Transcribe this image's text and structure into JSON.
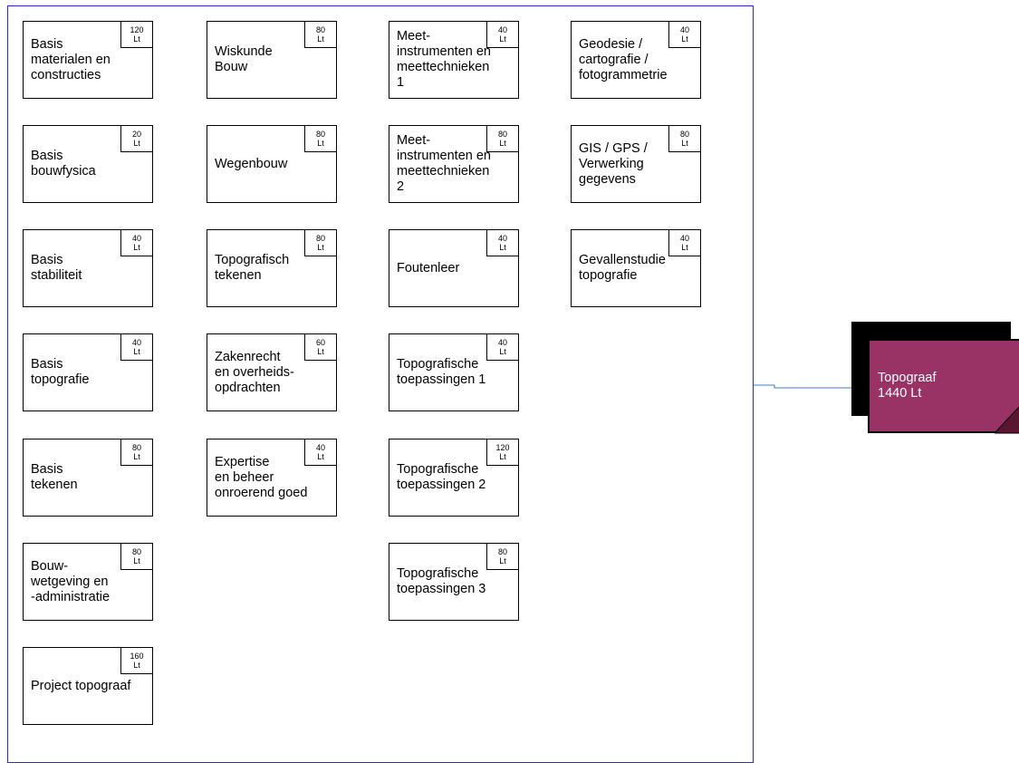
{
  "credit_unit": "Lt",
  "columns": [
    [
      {
        "name": "Basis\nmaterialen en\nconstructies",
        "credits": "120"
      },
      {
        "name": "Basis\nbouwfysica",
        "credits": "20"
      },
      {
        "name": "Basis\nstabiliteit",
        "credits": "40"
      },
      {
        "name": "Basis\ntopografie",
        "credits": "40"
      },
      {
        "name": "Basis\ntekenen",
        "credits": "80"
      },
      {
        "name": "Bouw-\nwetgeving en\n-administratie",
        "credits": "80"
      },
      {
        "name": "Project topograaf",
        "credits": "160"
      }
    ],
    [
      {
        "name": "Wiskunde\nBouw",
        "credits": "80"
      },
      {
        "name": "Wegenbouw",
        "credits": "80"
      },
      {
        "name": "Topografisch\ntekenen",
        "credits": "80"
      },
      {
        "name": "Zakenrecht\nen overheids-\nopdrachten",
        "credits": "60"
      },
      {
        "name": "Expertise\nen beheer\nonroerend goed",
        "credits": "40"
      }
    ],
    [
      {
        "name": "Meet-\ninstrumenten en\nmeettechnieken\n1",
        "credits": "40"
      },
      {
        "name": "Meet-\ninstrumenten en\nmeettechnieken\n2",
        "credits": "80"
      },
      {
        "name": "Foutenleer",
        "credits": "40"
      },
      {
        "name": "Topografische\ntoepassingen 1",
        "credits": "40"
      },
      {
        "name": "Topografische\ntoepassingen 2",
        "credits": "120"
      },
      {
        "name": "Topografische\ntoepassingen 3",
        "credits": "80"
      }
    ],
    [
      {
        "name": "Geodesie /\ncartografie /\nfotogrammetrie",
        "credits": "40"
      },
      {
        "name": "GIS / GPS /\nVerwerking\ngegevens",
        "credits": "80"
      },
      {
        "name": "Gevallenstudie\ntopografie",
        "credits": "40"
      }
    ]
  ],
  "result": {
    "title": "Topograaf",
    "total": "1440 Lt"
  },
  "colors": {
    "frame": "#2b2bcc",
    "arrow": "#4a7ab8",
    "result_fill": "#993366"
  }
}
